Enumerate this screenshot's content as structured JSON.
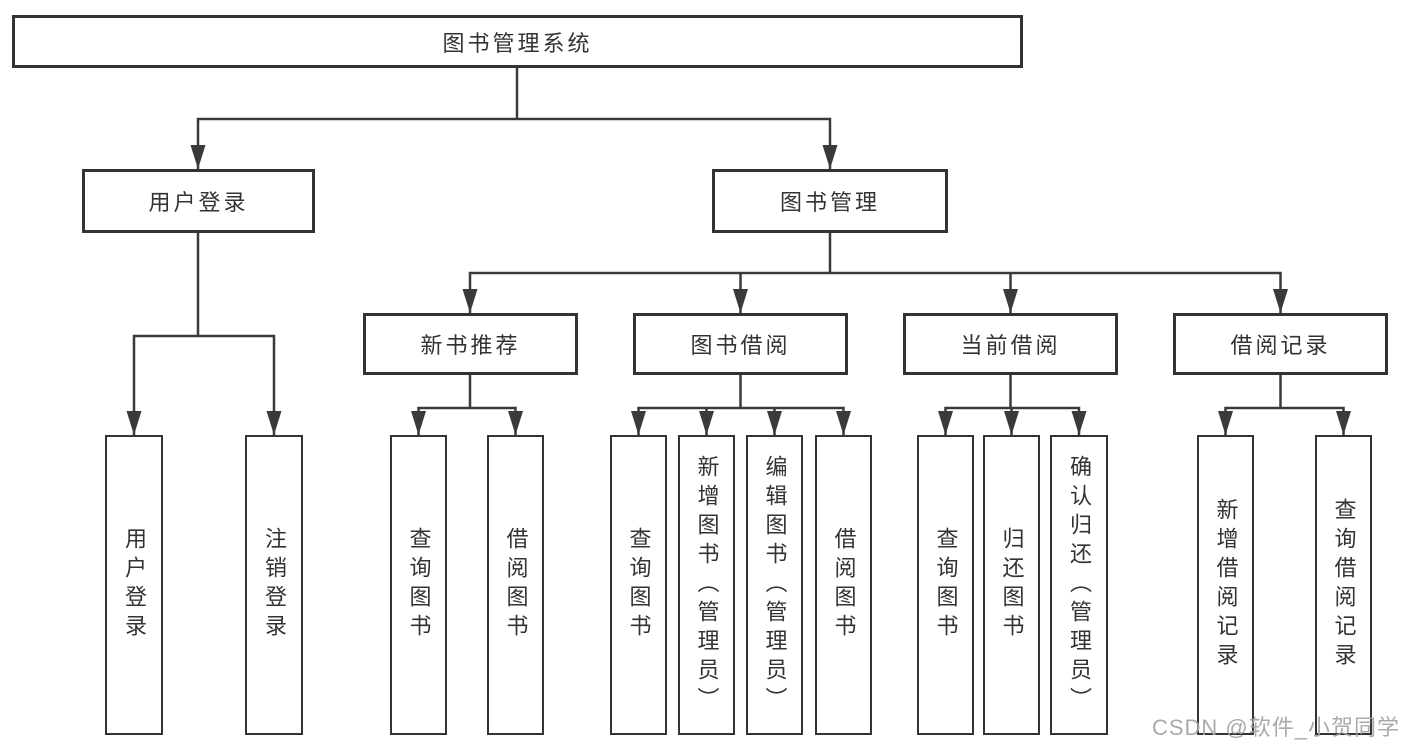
{
  "diagram": {
    "root": {
      "label": "图书管理系统"
    },
    "level2": {
      "user_login": {
        "label": "用户登录"
      },
      "book_management": {
        "label": "图书管理"
      }
    },
    "level3": {
      "new_book_recommend": {
        "label": "新书推荐"
      },
      "book_borrow": {
        "label": "图书借阅"
      },
      "current_borrow": {
        "label": "当前借阅"
      },
      "borrow_records": {
        "label": "借阅记录"
      }
    },
    "leaves": {
      "user_login": [
        "用户登录",
        "注销登录"
      ],
      "new_book_recommend": [
        "查询图书",
        "借阅图书"
      ],
      "book_borrow": [
        "查询图书",
        "新增图书（管理员）",
        "编辑图书（管理员）",
        "借阅图书"
      ],
      "current_borrow": [
        "查询图书",
        "归还图书",
        "确认归还（管理员）"
      ],
      "borrow_records": [
        "新增借阅记录",
        "查询借阅记录"
      ]
    }
  },
  "watermark": "CSDN @软件_小贺同学",
  "colors": {
    "line": "#3a3a3a",
    "box_border": "#333333",
    "box_fill": "#ffffff",
    "text": "#333333",
    "watermark": "#a3a3a3",
    "background": "#ffffff"
  }
}
